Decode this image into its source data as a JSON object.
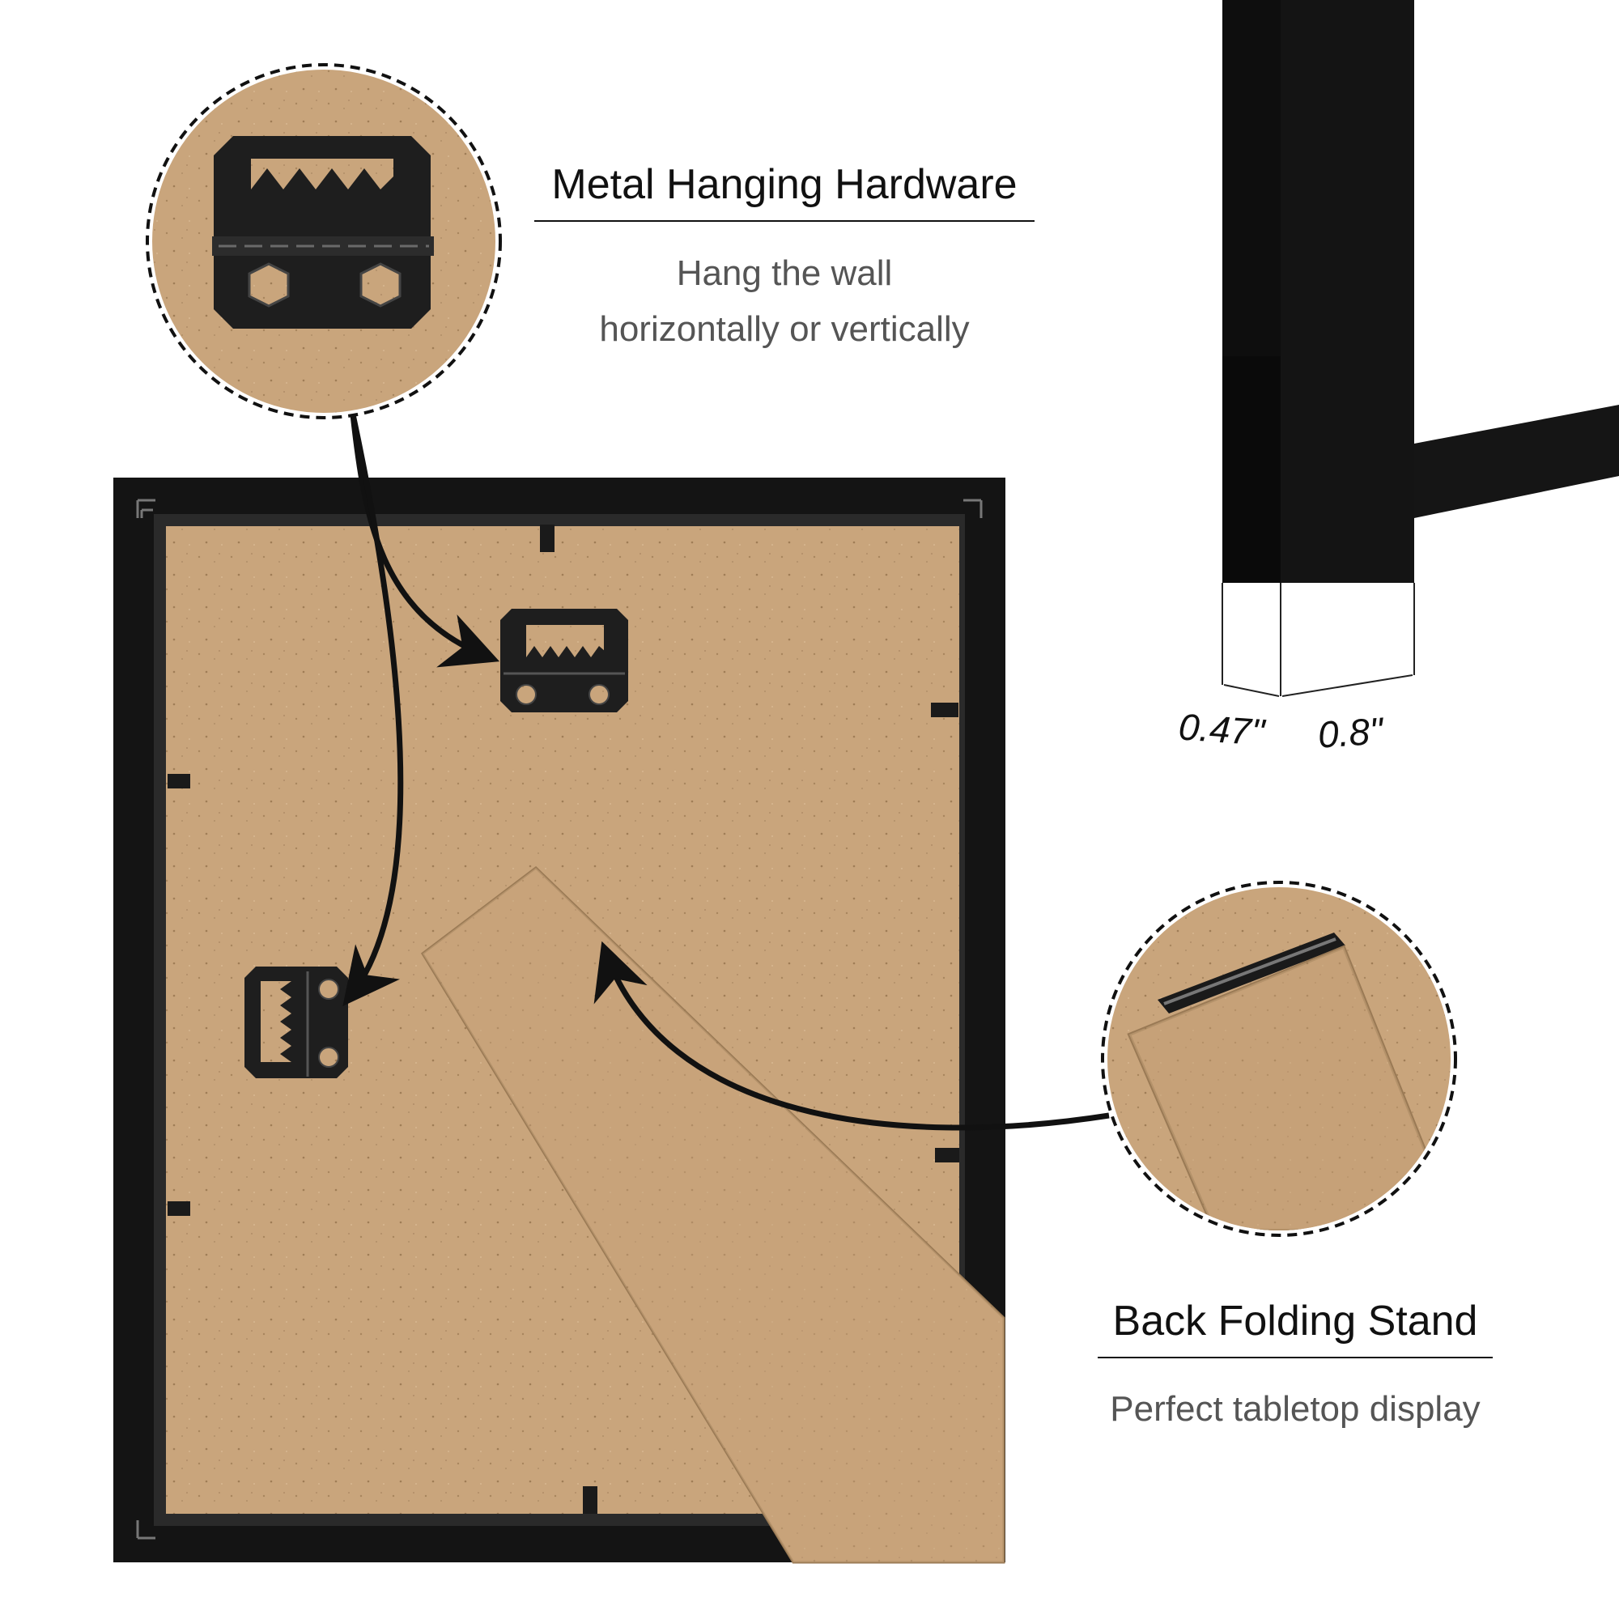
{
  "features": {
    "hanging": {
      "title": "Metal Hanging Hardware",
      "line1": "Hang the wall",
      "line2": "horizontally or vertically"
    },
    "stand": {
      "title": "Back Folding Stand",
      "subtitle": "Perfect tabletop display"
    }
  },
  "dimensions": {
    "depth": "0.47\"",
    "width": "0.8\""
  },
  "colors": {
    "frame": "#141414",
    "backing": "#c9a57c",
    "hardware": "#1e1e1e",
    "text_dark": "#111111",
    "text_gray": "#555555"
  }
}
